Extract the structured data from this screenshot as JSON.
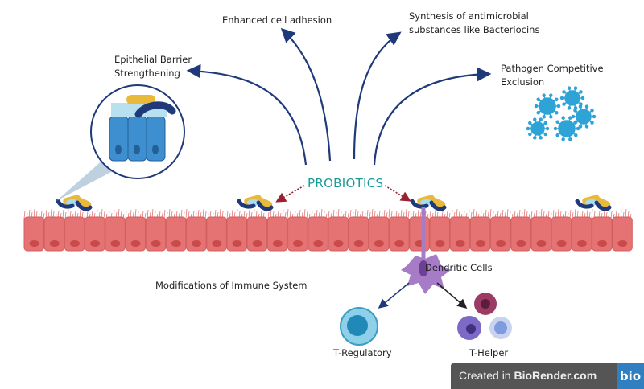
{
  "labels": {
    "enhanced": "Enhanced cell adhesion",
    "synthesis_1": "Synthesis of antimicrobial",
    "synthesis_2": "substances like  Bacteriocins",
    "epithelial_1": "Epithelial Barrier",
    "epithelial_2": "Strengthening",
    "pathogen_1": "Pathogen Competitive",
    "pathogen_2": "Exclusion",
    "probiotics": "PROBIOTICS",
    "immune": "Modifications of Immune System",
    "dendritic": "Dendritic Cells",
    "treg": "T-Regulatory",
    "thelper": "T-Helper"
  },
  "badge": {
    "prefix": "Created in ",
    "brand": "BioRender.com",
    "logo": "bio"
  },
  "colors": {
    "arrow": "#1f3a7a",
    "probiotics": "#1a9a9a",
    "epithelium": "#e57373",
    "nucleus": "#c94a4a",
    "dendritic": "#a77cc7",
    "pathogen": "#2ea3d6"
  }
}
